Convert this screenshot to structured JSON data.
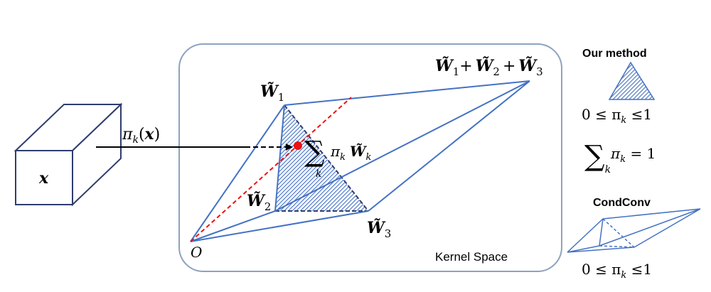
{
  "input": {
    "symbol": "x"
  },
  "arrow_label": {
    "fn": "π",
    "sub": "k",
    "arg": "x"
  },
  "kernel_space": {
    "label": "Kernel Space"
  },
  "vertices": {
    "w1": {
      "base": "W̃",
      "sub": "1"
    },
    "w2": {
      "base": "W̃",
      "sub": "2"
    },
    "w3": {
      "base": "W̃",
      "sub": "3"
    },
    "sum": [
      "W̃",
      "1",
      "+",
      "W̃",
      "2",
      "+",
      "W̃",
      "3"
    ],
    "origin": "O"
  },
  "weighted_sum": {
    "sigma": "∑",
    "idx": "k",
    "coef": "π",
    "coef_sub": "k",
    "base": "W̃",
    "base_sub": "k"
  },
  "our_method": {
    "title": "Our method",
    "constraint1": [
      "0 ≤ π",
      "k",
      " ≤1"
    ],
    "constraint2": [
      "∑",
      "k",
      "π",
      "k",
      " = 1"
    ]
  },
  "condconv": {
    "title": "CondConv",
    "constraint": [
      "0 ≤ π",
      "k",
      " ≤1"
    ]
  },
  "colors": {
    "blue": "#4472c4",
    "frame": "#8ea2bf",
    "box": "#2f3d6e",
    "red": "#ee1111",
    "black": "#000000"
  }
}
